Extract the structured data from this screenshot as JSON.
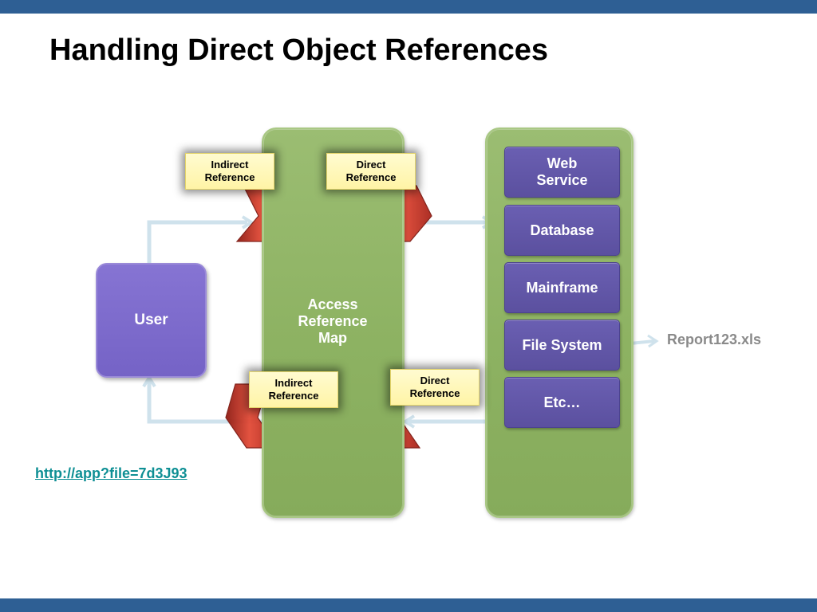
{
  "slide": {
    "title": "Handling Direct Object References"
  },
  "diagram": {
    "user_label": "User",
    "map_label_lines": [
      "Access",
      "Reference",
      "Map"
    ],
    "notes": [
      "Indirect\nReference",
      "Direct\nReference",
      "Indirect\nReference",
      "Direct\nReference"
    ],
    "resources": [
      "Web\nService",
      "Database",
      "Mainframe",
      "File System",
      "Etc…"
    ],
    "file_label": "Report123.xls",
    "url": "http://app?file=7d3J93"
  },
  "colors": {
    "banner": "#2e5f94",
    "panel_green": "#8db262",
    "user_purple": "#7563c6",
    "resource_purple": "#5b509f",
    "note_yellow": "#fff4a6",
    "chevron_red": "#c8382a",
    "connector": "#cfe2ec",
    "link_teal": "#0e8f94"
  }
}
